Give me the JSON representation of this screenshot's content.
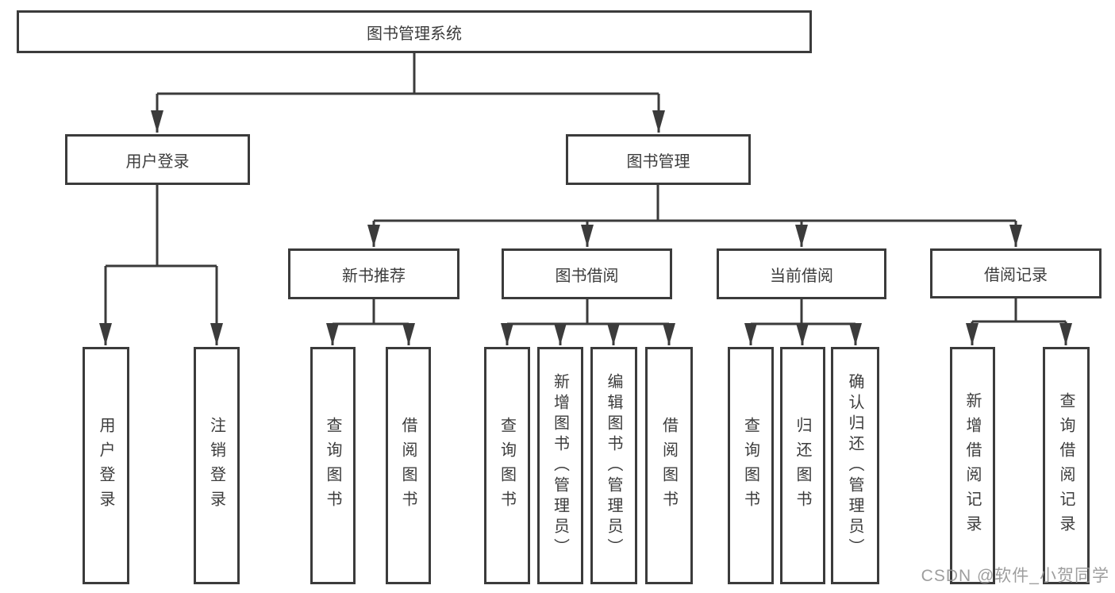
{
  "watermark": "CSDN @软件_小贺同学",
  "colors": {
    "line": "#3b3b3b",
    "node_border": "#3b3b3b",
    "node_text": "#3c3c3c",
    "background": "#ffffff",
    "watermark_text": "#949494"
  },
  "tree": {
    "root": {
      "label": "图书管理系统",
      "children": [
        {
          "label": "用户登录",
          "children": [
            {
              "label": "用户登录"
            },
            {
              "label": "注销登录"
            }
          ]
        },
        {
          "label": "图书管理",
          "children": [
            {
              "label": "新书推荐",
              "children": [
                {
                  "label": "查询图书"
                },
                {
                  "label": "借阅图书"
                }
              ]
            },
            {
              "label": "图书借阅",
              "children": [
                {
                  "label": "查询图书"
                },
                {
                  "label": "新增图书（管理员）"
                },
                {
                  "label": "编辑图书（管理员）"
                },
                {
                  "label": "借阅图书"
                }
              ]
            },
            {
              "label": "当前借阅",
              "children": [
                {
                  "label": "查询图书"
                },
                {
                  "label": "归还图书"
                },
                {
                  "label": "确认归还（管理员）"
                }
              ]
            },
            {
              "label": "借阅记录",
              "children": [
                {
                  "label": "新增借阅记录"
                },
                {
                  "label": "查询借阅记录"
                }
              ]
            }
          ]
        }
      ]
    }
  }
}
